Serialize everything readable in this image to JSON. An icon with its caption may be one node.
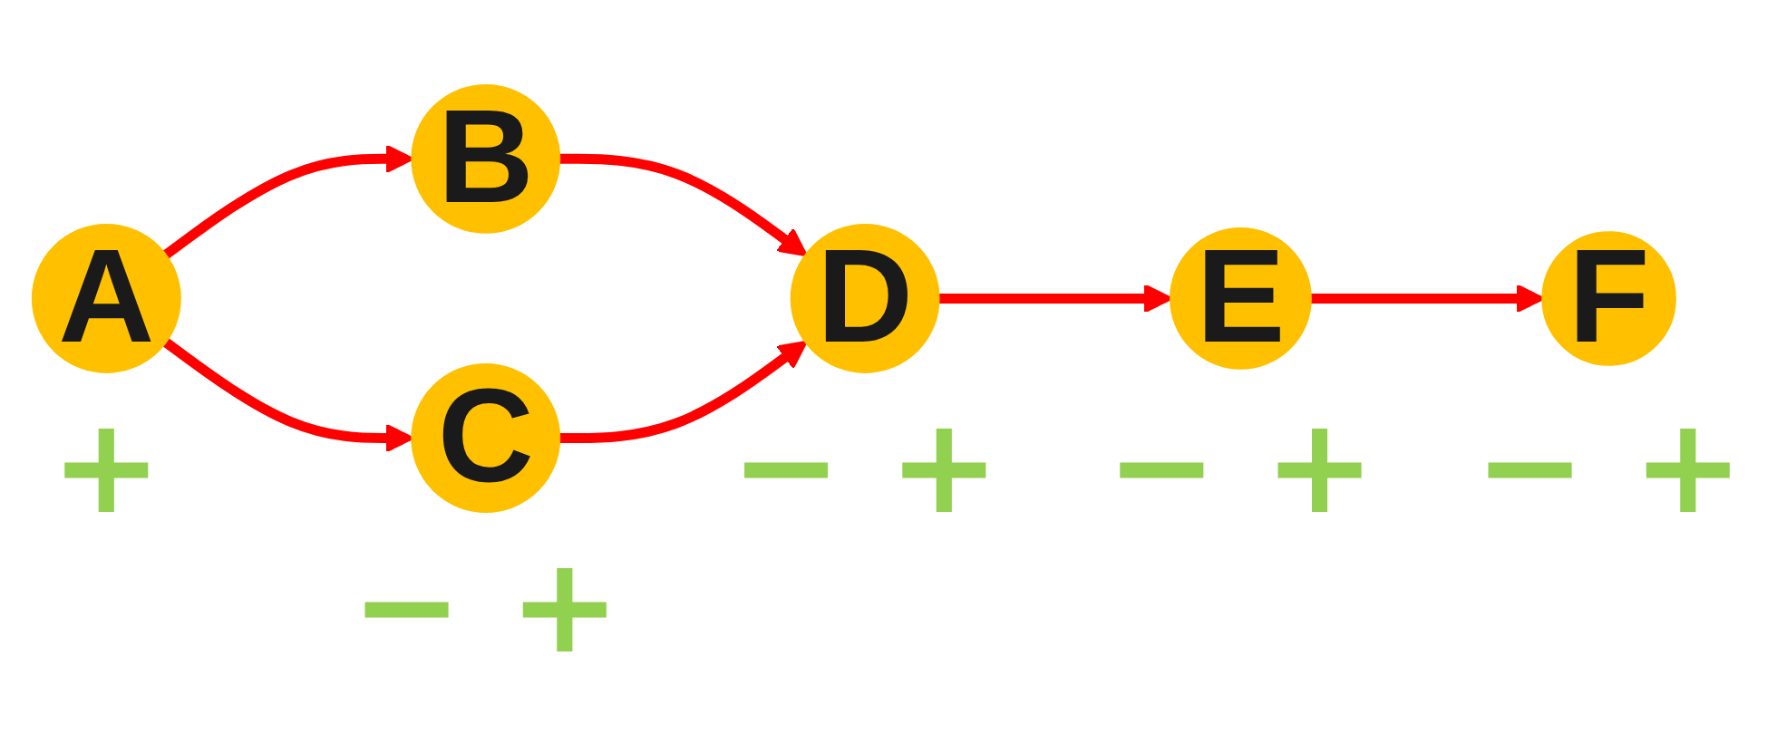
{
  "diagram": {
    "nodes": [
      {
        "text": [
          "A"
        ],
        "beside": [
          "+"
        ]
      },
      {
        "text": [
          "B"
        ]
      },
      {
        "text": [
          "C"
        ],
        "beside": [
          "− +"
        ]
      },
      {
        "text": [
          "D"
        ],
        "beside": [
          "− +"
        ]
      },
      {
        "text": [
          "E"
        ],
        "beside": [
          "− +"
        ]
      },
      {
        "text": [
          "F"
        ],
        "beside": [
          "− +"
        ]
      }
    ],
    "edges": [
      {
        "from": 0,
        "to": 1,
        "arrow": "to"
      },
      {
        "from": 0,
        "to": 2,
        "arrow": "to"
      },
      {
        "from": 1,
        "to": 3,
        "arrow": "to"
      },
      {
        "from": 2,
        "to": 3,
        "arrow": "to"
      },
      {
        "from": 3,
        "to": 4,
        "arrow": "to"
      },
      {
        "from": 4,
        "to": 5,
        "arrow": "to"
      }
    ]
  }
}
